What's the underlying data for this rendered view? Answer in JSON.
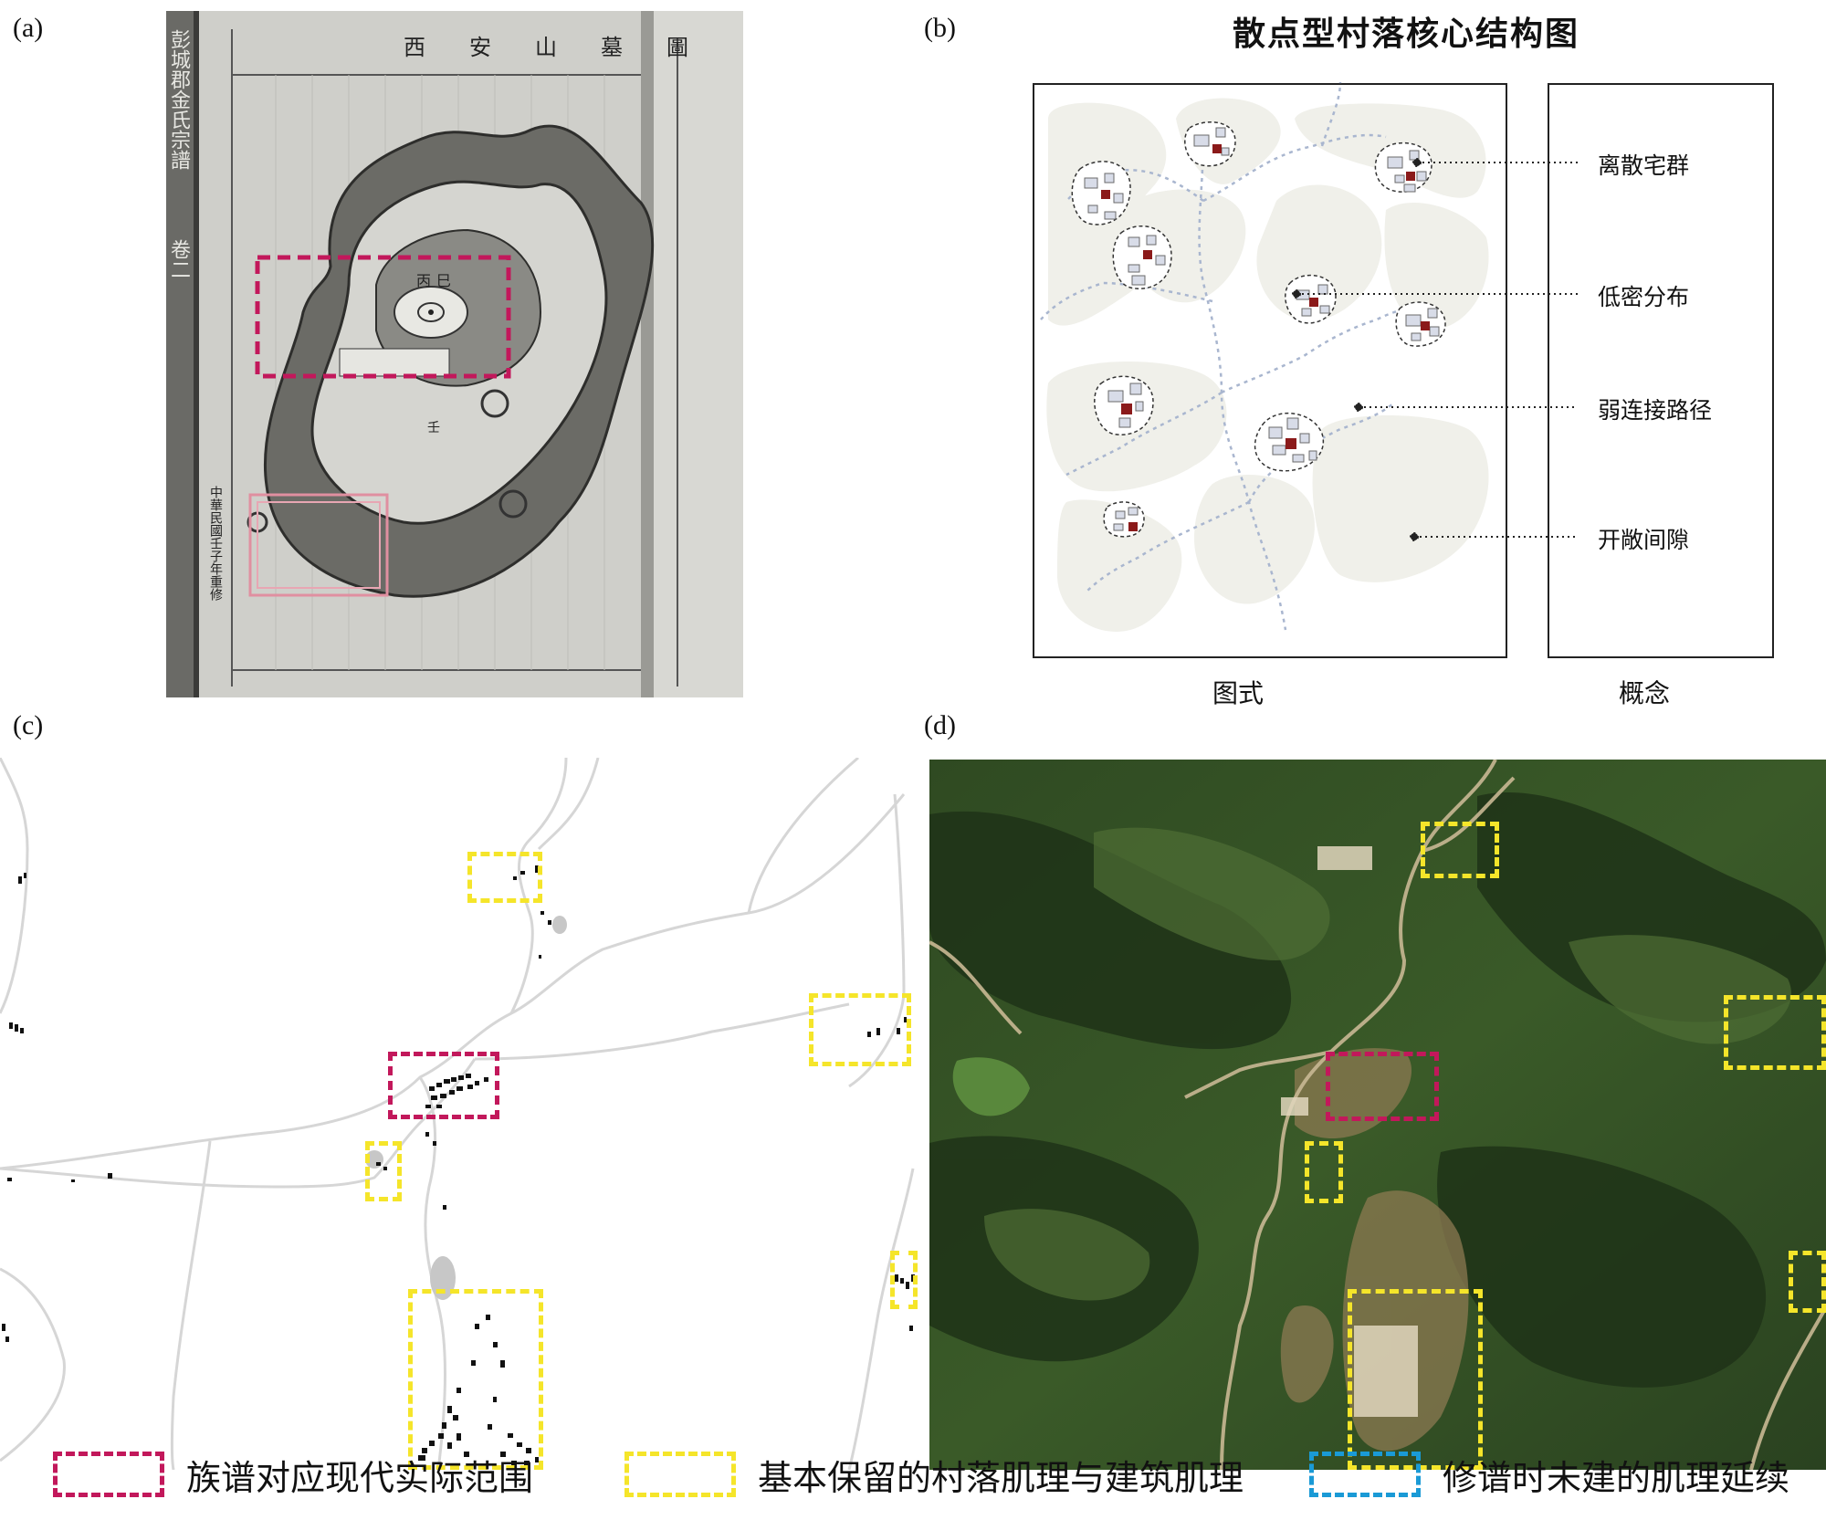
{
  "panels": {
    "a": {
      "label": "(a)",
      "doc_title": "西安山墓圖",
      "spine_text": "彭城郡金氏宗譜",
      "volume_text": "卷二",
      "date_text": "中華民國壬子年重修",
      "map_labels": [
        "丙",
        "巳",
        "壬"
      ]
    },
    "b": {
      "label": "(b)",
      "title": "散点型村落核心结构图",
      "caption_left": "图式",
      "caption_right": "概念",
      "concepts": [
        "离散宅群",
        "低密分布",
        "弱连接路径",
        "开敞间隙"
      ]
    },
    "c": {
      "label": "(c)"
    },
    "d": {
      "label": "(d)"
    }
  },
  "legend": [
    {
      "label": "族谱对应现代实际范围",
      "color": "#c2185b"
    },
    {
      "label": "基本保留的村落肌理与建筑肌理",
      "color": "#f5e52a"
    },
    {
      "label": "修谱时未建的肌理延续",
      "color": "#1a9ad6"
    }
  ],
  "colors": {
    "red_box": "#c2185b",
    "yellow_box": "#f5e52a",
    "blue_box": "#1a9ad6",
    "core_building": "#8b1a1a"
  }
}
